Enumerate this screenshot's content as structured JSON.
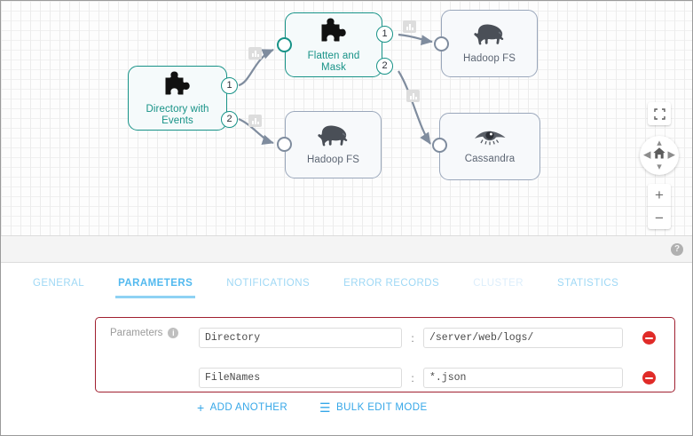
{
  "canvas": {
    "stages": [
      {
        "name": "Directory with Events",
        "label": "Directory with\nEvents",
        "icon": "puzzle-icon",
        "selected": true,
        "outputs": [
          "1",
          "2"
        ]
      },
      {
        "name": "Flatten and Mask",
        "label": "Flatten and\nMask",
        "icon": "puzzle-icon",
        "selected": true,
        "outputs": [
          "1",
          "2"
        ]
      },
      {
        "name": "Hadoop FS 1",
        "label": "Hadoop FS",
        "icon": "elephant-icon",
        "selected": false,
        "outputs": []
      },
      {
        "name": "Hadoop FS 2",
        "label": "Hadoop FS",
        "icon": "elephant-icon",
        "selected": false,
        "outputs": []
      },
      {
        "name": "Cassandra",
        "label": "Cassandra",
        "icon": "eye-icon",
        "selected": false,
        "outputs": []
      }
    ],
    "nav": {
      "expand_label": "expand-icon",
      "home_label": "home-icon",
      "zoom_in": "+",
      "zoom_out": "−"
    },
    "accent_teal": "#179287",
    "link_color": "#7f8c9e"
  },
  "toolbar": {
    "help_glyph": "?"
  },
  "detail": {
    "tabs": [
      {
        "label": "GENERAL",
        "state": "normal"
      },
      {
        "label": "PARAMETERS",
        "state": "active"
      },
      {
        "label": "NOTIFICATIONS",
        "state": "normal"
      },
      {
        "label": "ERROR RECORDS",
        "state": "normal"
      },
      {
        "label": "CLUSTER",
        "state": "disabled"
      },
      {
        "label": "STATISTICS",
        "state": "normal"
      }
    ],
    "parameters": {
      "legend": "Parameters",
      "info_glyph": "i",
      "separator": ":",
      "border_color": "#a02030",
      "rows": [
        {
          "key": "Directory",
          "value": "/server/web/logs/"
        },
        {
          "key": "FileNames",
          "value": "*.json"
        }
      ]
    },
    "actions": [
      {
        "glyph": "+",
        "label": "ADD ANOTHER",
        "name": "add-another-button"
      },
      {
        "glyph": "☰",
        "label": "BULK EDIT MODE",
        "name": "bulk-edit-mode-button"
      }
    ]
  }
}
